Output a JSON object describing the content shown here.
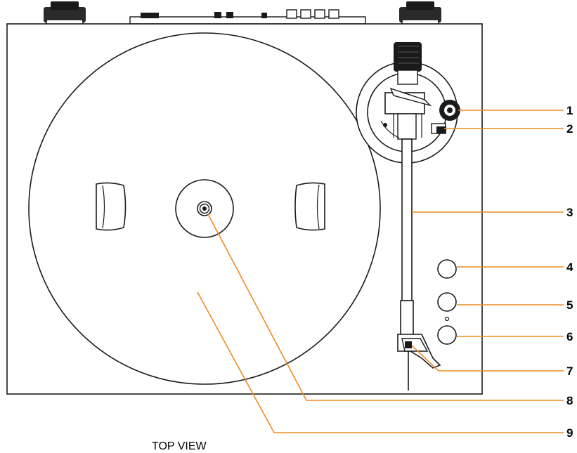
{
  "diagram": {
    "caption": "TOP VIEW",
    "leader_color": "#ee8a22",
    "outline_color": "#1a1a1a",
    "callouts": [
      {
        "number": "1"
      },
      {
        "number": "2"
      },
      {
        "number": "3"
      },
      {
        "number": "4"
      },
      {
        "number": "5"
      },
      {
        "number": "6"
      },
      {
        "number": "7"
      },
      {
        "number": "8"
      },
      {
        "number": "9"
      }
    ]
  }
}
